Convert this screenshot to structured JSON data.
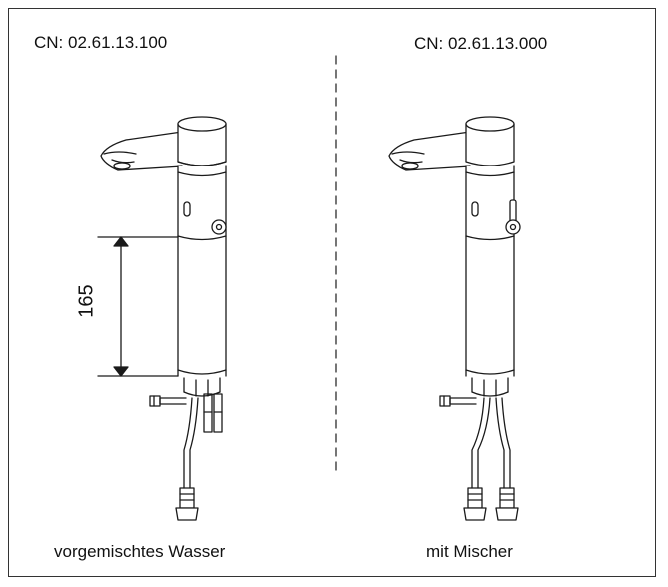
{
  "left": {
    "code": "CN: 02.61.13.100",
    "dimension": "165",
    "caption": "vorgemischtes Wasser"
  },
  "right": {
    "code": "CN: 02.61.13.000",
    "caption": "mit Mischer"
  },
  "colors": {
    "line": "#1a1a1a",
    "frame": "#333333",
    "background": "#ffffff"
  }
}
